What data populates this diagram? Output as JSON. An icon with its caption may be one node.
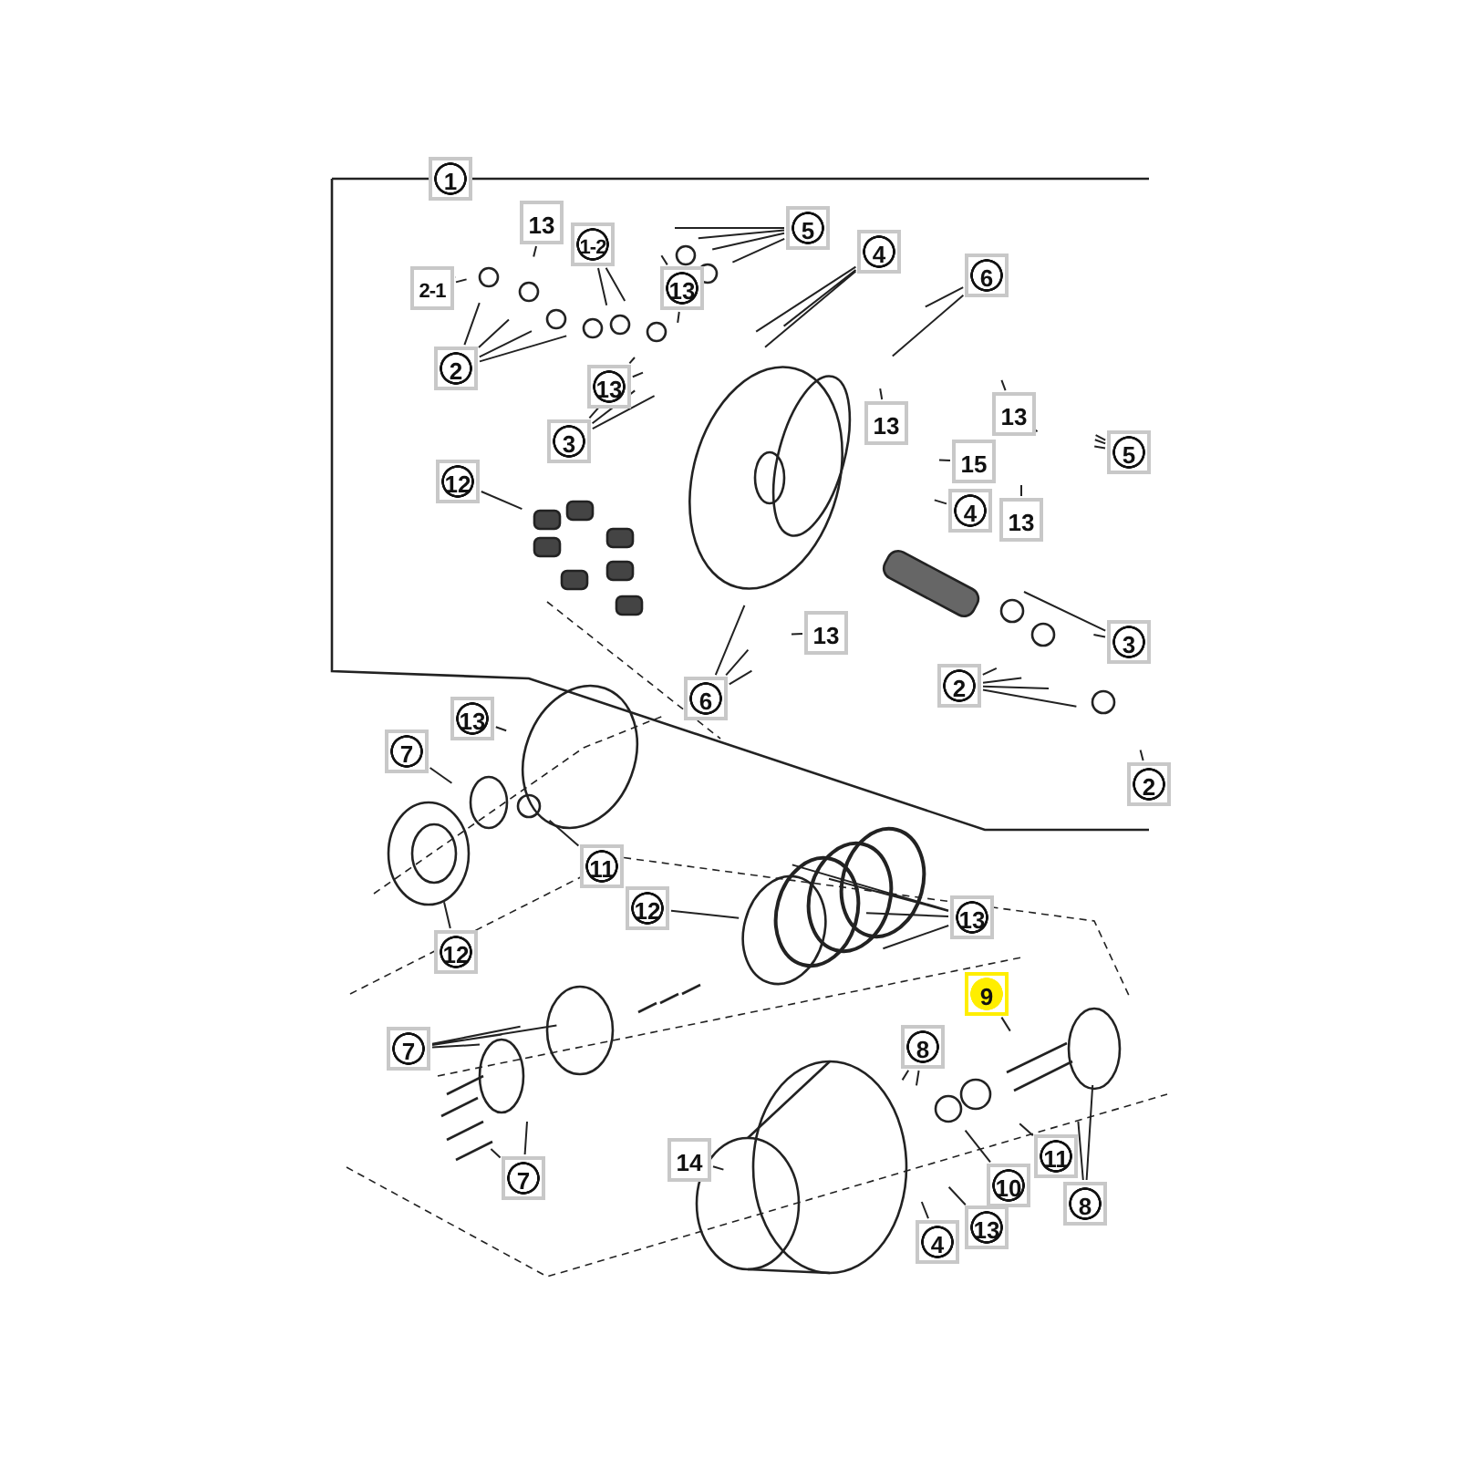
{
  "diagram": {
    "nodes": [
      {
        "text": [
          "13"
        ]
      },
      {
        "text": [
          "2-1"
        ]
      },
      {
        "text": [
          "1-2"
        ]
      },
      {
        "text": [
          "13"
        ]
      },
      {
        "text": [
          "5"
        ]
      },
      {
        "text": [
          "4"
        ]
      },
      {
        "text": [
          "6"
        ]
      },
      {
        "text": [
          "2"
        ]
      },
      {
        "text": [
          "13"
        ]
      },
      {
        "text": [
          "3"
        ]
      },
      {
        "text": [
          "13"
        ]
      },
      {
        "text": [
          "13"
        ]
      },
      {
        "text": [
          "5"
        ]
      },
      {
        "text": [
          "15"
        ]
      },
      {
        "text": [
          "4"
        ]
      },
      {
        "text": [
          "13"
        ]
      },
      {
        "text": [
          "12"
        ]
      },
      {
        "text": [
          "13"
        ]
      },
      {
        "text": [
          "3"
        ]
      },
      {
        "text": [
          "6"
        ]
      },
      {
        "text": [
          "2"
        ]
      },
      {
        "text": [
          "2"
        ]
      },
      {
        "text": [
          "13"
        ]
      },
      {
        "text": [
          "7"
        ]
      },
      {
        "text": [
          "11"
        ]
      },
      {
        "text": [
          "12"
        ]
      },
      {
        "text": [
          "12"
        ]
      },
      {
        "text": [
          "13"
        ]
      },
      {
        "text": [
          "9"
        ]
      },
      {
        "text": [
          "7"
        ]
      },
      {
        "text": [
          "8"
        ]
      },
      {
        "text": [
          "14"
        ]
      },
      {
        "text": [
          "7"
        ]
      },
      {
        "text": [
          "10"
        ]
      },
      {
        "text": [
          "11"
        ]
      },
      {
        "text": [
          "8"
        ]
      },
      {
        "text": [
          "13"
        ]
      },
      {
        "text": [
          "4"
        ]
      },
      {
        "text": [
          "1"
        ]
      }
    ],
    "edges": [
      {
        "from": 0,
        "to": null,
        "arrow": "none"
      },
      {
        "from": 1,
        "to": null,
        "arrow": "none"
      },
      {
        "from": 2,
        "to": null,
        "arrow": "none"
      },
      {
        "from": 3,
        "to": null,
        "arrow": "none"
      },
      {
        "from": 4,
        "to": null,
        "arrow": "none"
      },
      {
        "from": 5,
        "to": null,
        "arrow": "none"
      },
      {
        "from": 6,
        "to": null,
        "arrow": "none"
      },
      {
        "from": 7,
        "to": null,
        "arrow": "none"
      },
      {
        "from": 8,
        "to": null,
        "arrow": "none"
      },
      {
        "from": 9,
        "to": null,
        "arrow": "none"
      },
      {
        "from": 10,
        "to": null,
        "arrow": "none"
      },
      {
        "from": 11,
        "to": null,
        "arrow": "none"
      },
      {
        "from": 12,
        "to": null,
        "arrow": "none"
      },
      {
        "from": 13,
        "to": null,
        "arrow": "none"
      },
      {
        "from": 14,
        "to": null,
        "arrow": "none"
      },
      {
        "from": 15,
        "to": null,
        "arrow": "none"
      },
      {
        "from": 16,
        "to": null,
        "arrow": "none"
      },
      {
        "from": 17,
        "to": null,
        "arrow": "none"
      },
      {
        "from": 18,
        "to": null,
        "arrow": "none"
      },
      {
        "from": 19,
        "to": null,
        "arrow": "none"
      },
      {
        "from": 20,
        "to": null,
        "arrow": "none"
      },
      {
        "from": 21,
        "to": null,
        "arrow": "none"
      },
      {
        "from": 22,
        "to": null,
        "arrow": "none"
      },
      {
        "from": 23,
        "to": null,
        "arrow": "none"
      },
      {
        "from": 24,
        "to": null,
        "arrow": "none"
      },
      {
        "from": 25,
        "to": null,
        "arrow": "none"
      },
      {
        "from": 26,
        "to": null,
        "arrow": "none"
      },
      {
        "from": 27,
        "to": null,
        "arrow": "none"
      },
      {
        "from": 28,
        "to": null,
        "arrow": "none"
      },
      {
        "from": 29,
        "to": null,
        "arrow": "none"
      },
      {
        "from": 30,
        "to": null,
        "arrow": "none"
      },
      {
        "from": 31,
        "to": null,
        "arrow": "none"
      },
      {
        "from": 32,
        "to": null,
        "arrow": "none"
      },
      {
        "from": 33,
        "to": null,
        "arrow": "none"
      },
      {
        "from": 34,
        "to": null,
        "arrow": "none"
      },
      {
        "from": 35,
        "to": null,
        "arrow": "none"
      },
      {
        "from": 36,
        "to": null,
        "arrow": "none"
      },
      {
        "from": 37,
        "to": null,
        "arrow": "none"
      }
    ]
  }
}
